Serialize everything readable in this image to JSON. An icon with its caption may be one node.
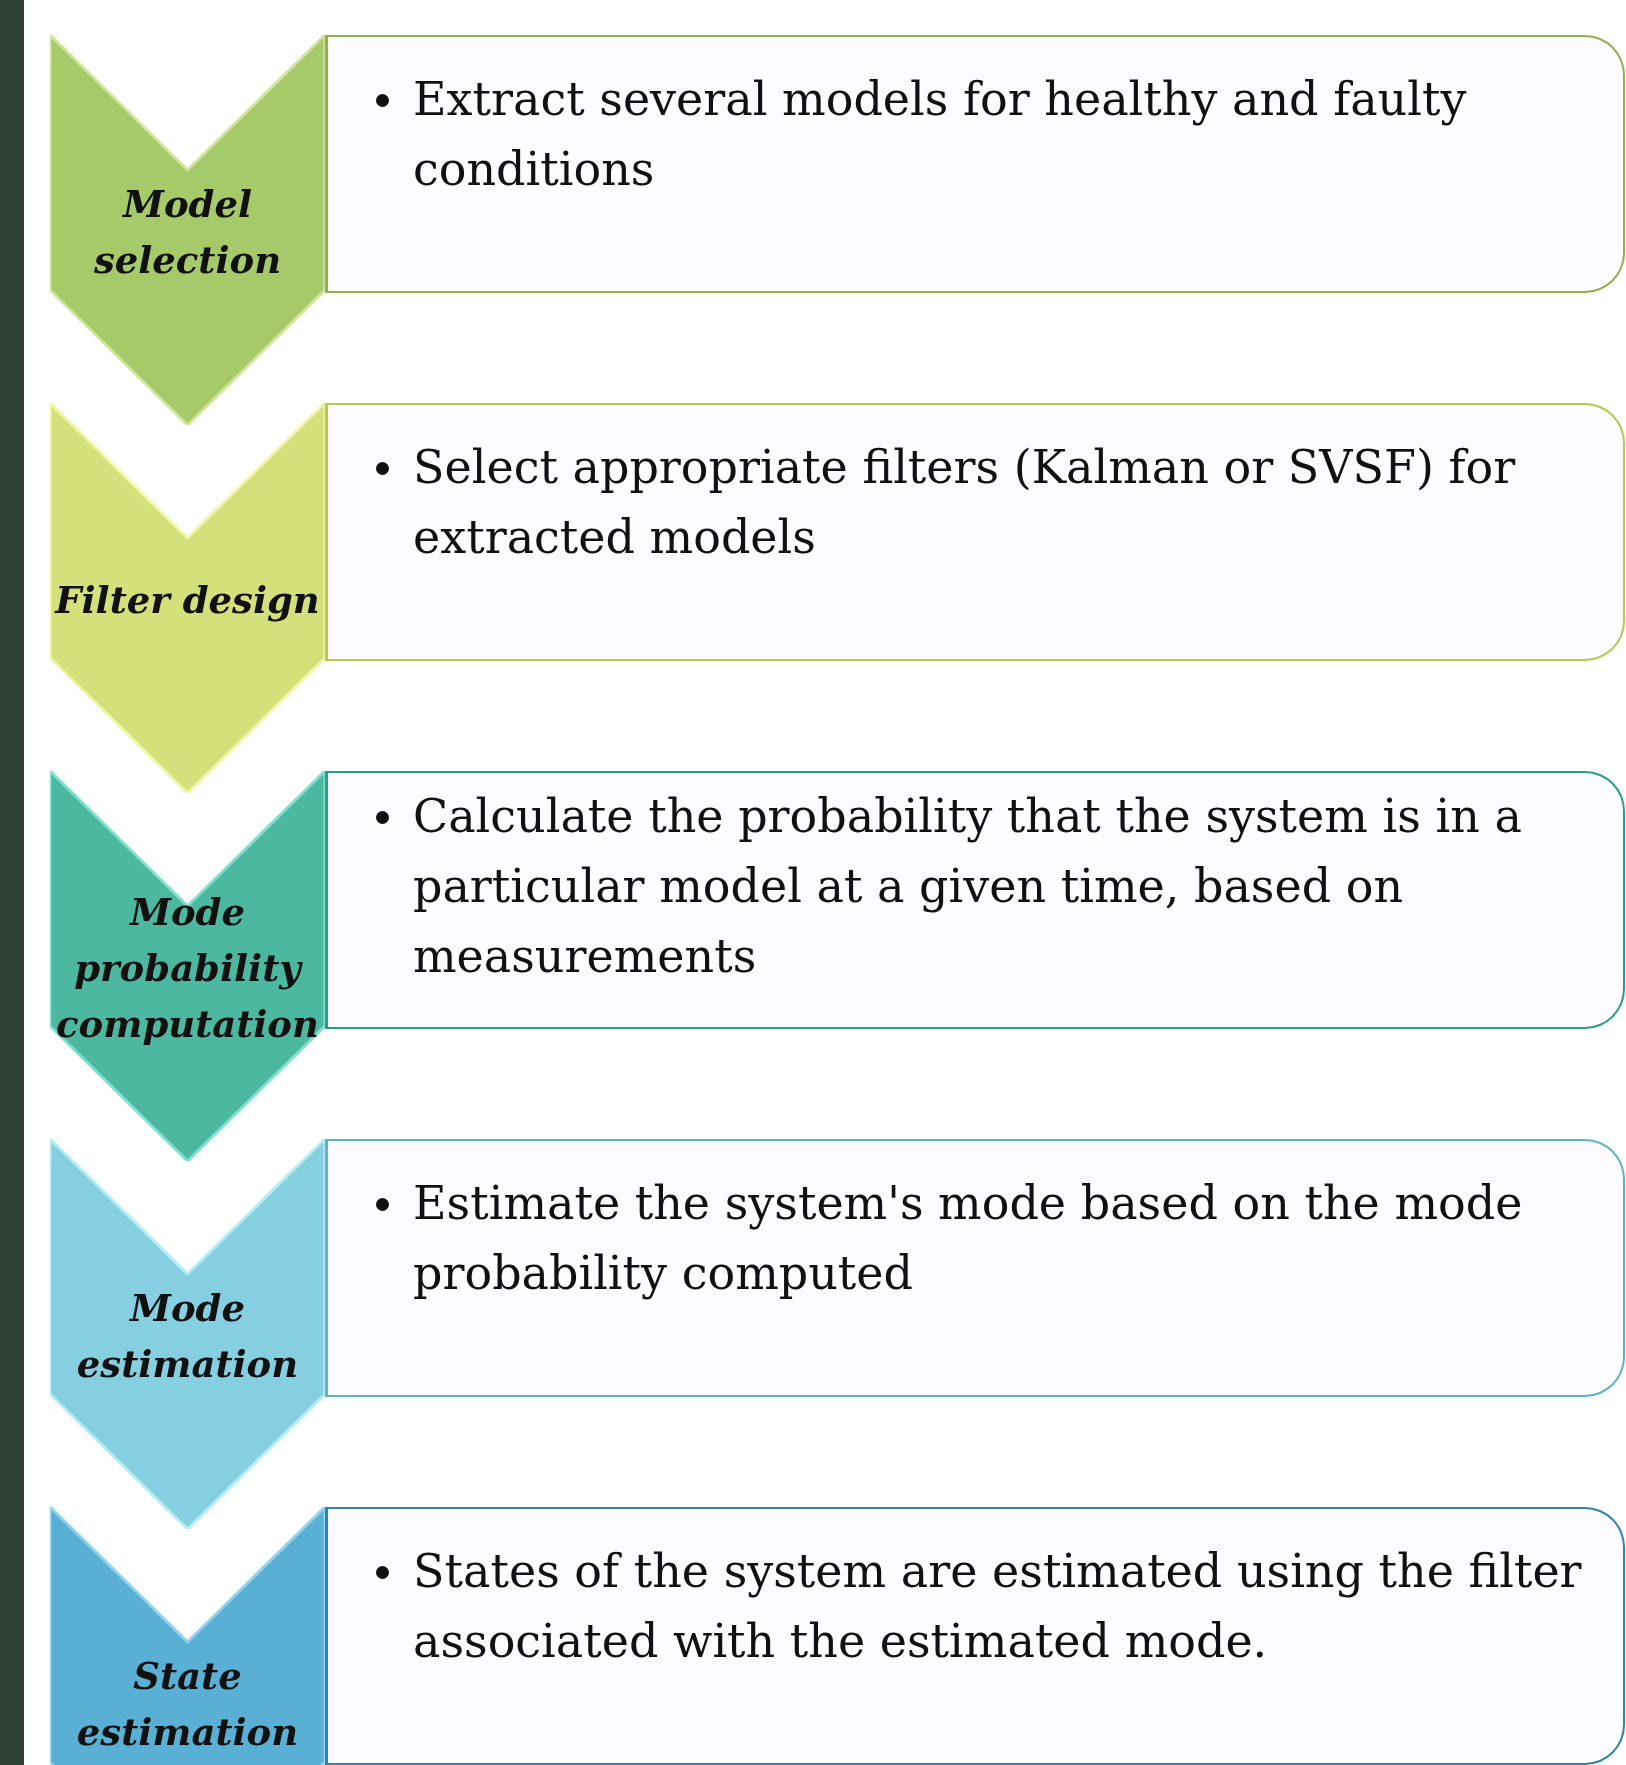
{
  "diagram": {
    "nodes": [
      {
        "text": [],
        "shape": "bar"
      },
      {
        "text": [
          "Model selection"
        ]
      },
      {
        "text": [
          "Extract several models for healthy and faulty conditions"
        ]
      },
      {
        "text": [
          "Filter design"
        ]
      },
      {
        "text": [
          "Select appropriate filters (Kalman or SVSF) for extracted models"
        ]
      },
      {
        "text": [
          "Mode probability computation"
        ]
      },
      {
        "text": [
          "Calculate the probability that the system is in a particular model at a given time, based on measurements"
        ]
      },
      {
        "text": [
          "Mode estimation"
        ]
      },
      {
        "text": [
          "Estimate the system's mode based on the mode probability computed"
        ]
      },
      {
        "text": [
          "State estimation"
        ]
      },
      {
        "text": [
          "States of the system are estimated using the filter associated with the estimated mode."
        ]
      }
    ]
  }
}
